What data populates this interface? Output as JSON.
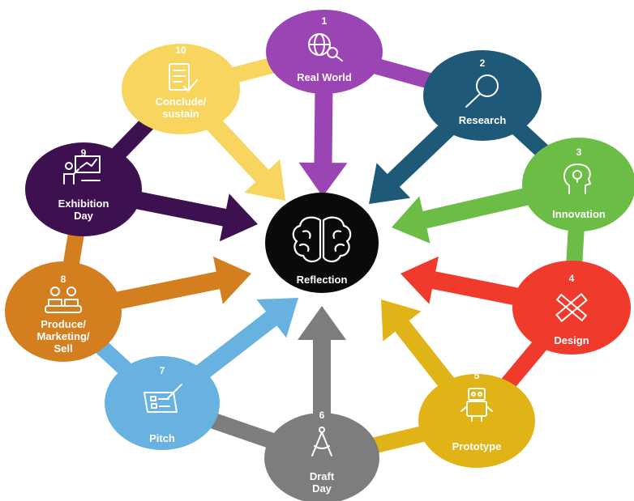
{
  "center": {
    "label": "Reflection",
    "color": "#0a0a0a",
    "icon": "brain-icon"
  },
  "ring_color_note": "ring connectors take the colour of the adjacent node",
  "nodes": [
    {
      "number": "1",
      "lines": [
        "Real World"
      ],
      "color": "#9b45b5",
      "icon": "globe-search-icon"
    },
    {
      "number": "2",
      "lines": [
        "Research"
      ],
      "color": "#1e5a78",
      "icon": "magnifier-icon"
    },
    {
      "number": "3",
      "lines": [
        "Innovation"
      ],
      "color": "#6cbd45",
      "icon": "head-lightbulb-icon"
    },
    {
      "number": "4",
      "lines": [
        "Design"
      ],
      "color": "#f03a2c",
      "icon": "pencil-ruler-icon"
    },
    {
      "number": "5",
      "lines": [
        "Prototype"
      ],
      "color": "#e0b317",
      "icon": "robot-icon"
    },
    {
      "number": "6",
      "lines": [
        "Draft",
        "Day"
      ],
      "color": "#7d7d7d",
      "icon": "compass-icon"
    },
    {
      "number": "7",
      "lines": [
        "Pitch"
      ],
      "color": "#67b2e0",
      "icon": "checklist-pen-icon"
    },
    {
      "number": "8",
      "lines": [
        "Produce/",
        "Marketing/",
        "Sell"
      ],
      "color": "#d47f1f",
      "icon": "workers-icon"
    },
    {
      "number": "9",
      "lines": [
        "Exhibition",
        "Day"
      ],
      "color": "#3d1150",
      "icon": "presentation-icon"
    },
    {
      "number": "10",
      "lines": [
        "Conclude/",
        "sustain"
      ],
      "color": "#f7d55e",
      "icon": "checklist-icon"
    }
  ]
}
